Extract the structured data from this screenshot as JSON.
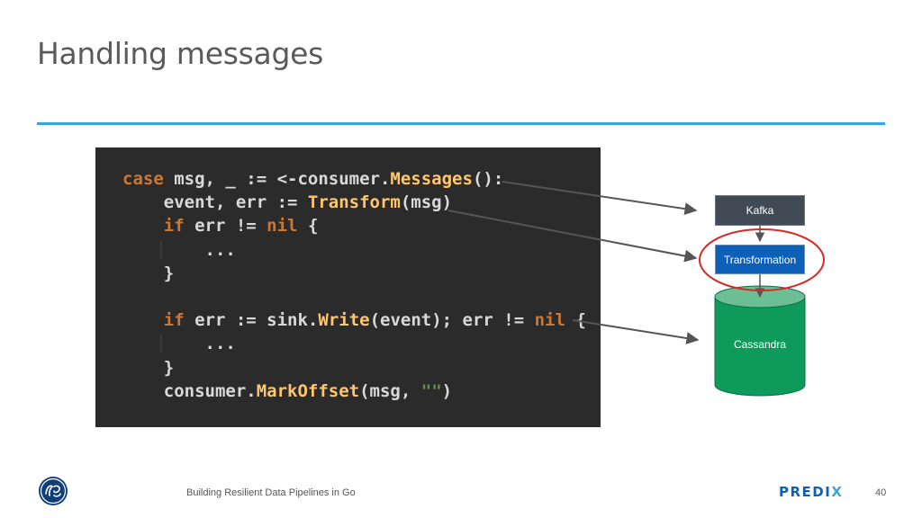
{
  "slide": {
    "title": "Handling messages",
    "footer": "Building Resilient Data Pipelines in Go",
    "page_number": "40",
    "brand": {
      "prefix": "PREDI",
      "suffix": "X"
    }
  },
  "code_lines": [
    [
      {
        "t": "case ",
        "c": "kw"
      },
      {
        "t": "msg, _ := <-consumer.",
        "c": "plain"
      },
      {
        "t": "Messages",
        "c": "fn"
      },
      {
        "t": "():",
        "c": "plain"
      }
    ],
    [
      {
        "t": "    event, err := ",
        "c": "plain"
      },
      {
        "t": "Transform",
        "c": "fn"
      },
      {
        "t": "(msg)",
        "c": "plain"
      }
    ],
    [
      {
        "t": "    ",
        "c": "plain"
      },
      {
        "t": "if ",
        "c": "kw"
      },
      {
        "t": "err != ",
        "c": "plain"
      },
      {
        "t": "nil ",
        "c": "kw"
      },
      {
        "t": "{",
        "c": "plain"
      }
    ],
    [
      {
        "t": "        ...",
        "c": "plain"
      }
    ],
    [
      {
        "t": "    }",
        "c": "plain"
      }
    ],
    [
      {
        "t": "",
        "c": "plain"
      }
    ],
    [
      {
        "t": "    ",
        "c": "plain"
      },
      {
        "t": "if ",
        "c": "kw"
      },
      {
        "t": "err := sink.",
        "c": "plain"
      },
      {
        "t": "Write",
        "c": "fn"
      },
      {
        "t": "(event); err != ",
        "c": "plain"
      },
      {
        "t": "nil ",
        "c": "kw"
      },
      {
        "t": "{",
        "c": "plain"
      }
    ],
    [
      {
        "t": "        ...",
        "c": "plain"
      }
    ],
    [
      {
        "t": "    }",
        "c": "plain"
      }
    ],
    [
      {
        "t": "    consumer.",
        "c": "plain"
      },
      {
        "t": "MarkOffset",
        "c": "fn"
      },
      {
        "t": "(msg, ",
        "c": "plain"
      },
      {
        "t": "\"\"",
        "c": "str"
      },
      {
        "t": ")",
        "c": "plain"
      }
    ]
  ],
  "diagram": {
    "kafka_label": "Kafka",
    "transformation_label": "Transformation",
    "cassandra_label": "Cassandra",
    "colors": {
      "kafka": "#404b55",
      "transformation": "#0e5fb8",
      "cassandra_body": "#0e9a5a",
      "cassandra_top": "#6cbf95",
      "highlight_ring": "#d42a2a",
      "arrow": "#555555"
    }
  }
}
